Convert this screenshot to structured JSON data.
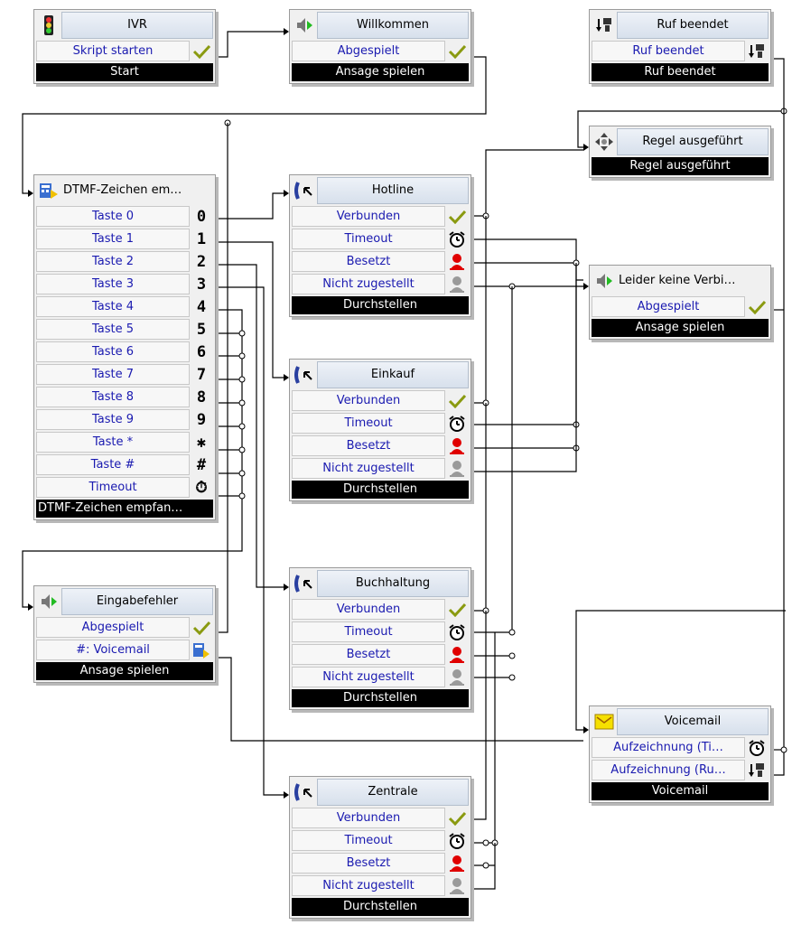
{
  "nodes": {
    "ivr": {
      "title": "IVR",
      "rows": [
        {
          "label": "Skript starten",
          "icon": "check-icon"
        }
      ],
      "footer": "Start"
    },
    "willkommen": {
      "title": "Willkommen",
      "rows": [
        {
          "label": "Abgespielt",
          "icon": "check-icon"
        }
      ],
      "footer": "Ansage spielen"
    },
    "ruf_beendet": {
      "title": "Ruf beendet",
      "rows": [
        {
          "label": "Ruf beendet",
          "icon": "hangup-icon"
        }
      ],
      "footer": "Ruf beendet"
    },
    "regel": {
      "title": "Regel ausgeführt",
      "footer": "Regel ausgeführt"
    },
    "dtmf": {
      "title": "DTMF-Zeichen em…",
      "rows": [
        {
          "label": "Taste 0",
          "key": "0"
        },
        {
          "label": "Taste 1",
          "key": "1"
        },
        {
          "label": "Taste 2",
          "key": "2"
        },
        {
          "label": "Taste 3",
          "key": "3"
        },
        {
          "label": "Taste 4",
          "key": "4"
        },
        {
          "label": "Taste 5",
          "key": "5"
        },
        {
          "label": "Taste 6",
          "key": "6"
        },
        {
          "label": "Taste 7",
          "key": "7"
        },
        {
          "label": "Taste 8",
          "key": "8"
        },
        {
          "label": "Taste 9",
          "key": "9"
        },
        {
          "label": "Taste *",
          "key": "✱"
        },
        {
          "label": "Taste #",
          "key": "#"
        },
        {
          "label": "Timeout",
          "key": "⏱"
        }
      ],
      "footer": "DTMF-Zeichen empfan…"
    },
    "hotline": {
      "title": "Hotline",
      "rows": [
        {
          "label": "Verbunden",
          "icon": "check-icon"
        },
        {
          "label": "Timeout",
          "icon": "alarm-clock-icon"
        },
        {
          "label": "Besetzt",
          "icon": "busy-person-icon"
        },
        {
          "label": "Nicht zugestellt",
          "icon": "grey-person-icon"
        }
      ],
      "footer": "Durchstellen"
    },
    "leider": {
      "title": "Leider keine Verbi…",
      "rows": [
        {
          "label": "Abgespielt",
          "icon": "check-icon"
        }
      ],
      "footer": "Ansage spielen"
    },
    "einkauf": {
      "title": "Einkauf",
      "rows": [
        {
          "label": "Verbunden",
          "icon": "check-icon"
        },
        {
          "label": "Timeout",
          "icon": "alarm-clock-icon"
        },
        {
          "label": "Besetzt",
          "icon": "busy-person-icon"
        },
        {
          "label": "Nicht zugestellt",
          "icon": "grey-person-icon"
        }
      ],
      "footer": "Durchstellen"
    },
    "buchhaltung": {
      "title": "Buchhaltung",
      "rows": [
        {
          "label": "Verbunden",
          "icon": "check-icon"
        },
        {
          "label": "Timeout",
          "icon": "alarm-clock-icon"
        },
        {
          "label": "Besetzt",
          "icon": "busy-person-icon"
        },
        {
          "label": "Nicht zugestellt",
          "icon": "grey-person-icon"
        }
      ],
      "footer": "Durchstellen"
    },
    "eingabefehler": {
      "title": "Eingabefehler",
      "rows": [
        {
          "label": "Abgespielt",
          "icon": "check-icon"
        },
        {
          "label": "#: Voicemail",
          "icon": "dtmf-icon"
        }
      ],
      "footer": "Ansage spielen"
    },
    "voicemail": {
      "title": "Voicemail",
      "rows": [
        {
          "label": "Aufzeichnung (Ti…",
          "icon": "alarm-clock-icon"
        },
        {
          "label": "Aufzeichnung (Ru…",
          "icon": "hangup-icon"
        }
      ],
      "footer": "Voicemail"
    },
    "zentrale": {
      "title": "Zentrale",
      "rows": [
        {
          "label": "Verbunden",
          "icon": "check-icon"
        },
        {
          "label": "Timeout",
          "icon": "alarm-clock-icon"
        },
        {
          "label": "Besetzt",
          "icon": "busy-person-icon"
        },
        {
          "label": "Nicht zugestellt",
          "icon": "grey-person-icon"
        }
      ],
      "footer": "Durchstellen"
    }
  },
  "colors": {
    "label_text": "#1a1ab0",
    "check": "#8a9a10",
    "busy": "#e00000",
    "title_bg": "#dbe3ee"
  }
}
